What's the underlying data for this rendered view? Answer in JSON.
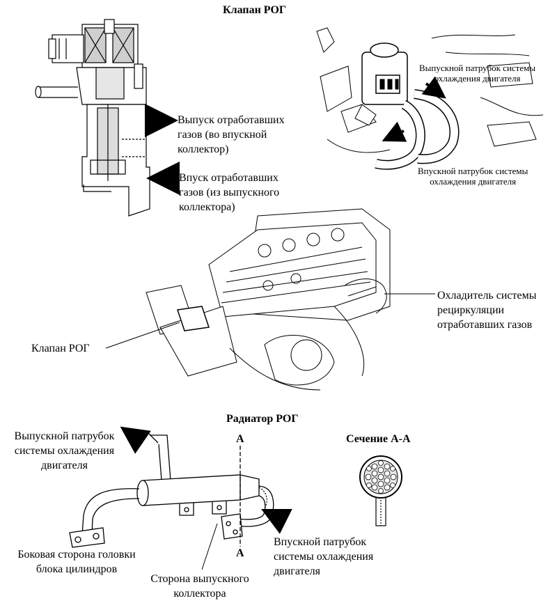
{
  "egr_valve": {
    "title": "Клапан РОГ",
    "outlet_label": [
      "Выпуск отработавших",
      "газов (во впускной",
      "коллектор)"
    ],
    "inlet_label": [
      "Впуск отработавших",
      "газов (из выпускного",
      "коллектора)"
    ]
  },
  "photo_labels": {
    "coolant_outlet": [
      "Выпускной патрубок системы",
      "охлаждения двигателя"
    ],
    "coolant_inlet": [
      "Впускной патрубок системы",
      "охлаждения двигателя"
    ]
  },
  "engine": {
    "cooler_label": [
      "Охладитель системы",
      "рециркуляции",
      "отработавших газов"
    ],
    "valve_label": "Клапан РОГ"
  },
  "radiator": {
    "title": "Радиатор РОГ",
    "coolant_outlet": [
      "Выпускной патрубок",
      "системы охлаждения",
      "двигателя"
    ],
    "head_side": [
      "Боковая сторона головки",
      "блока цилиндров"
    ],
    "exhaust_side": [
      "Сторона выпускного",
      "коллектора"
    ],
    "coolant_inlet": [
      "Впускной патрубок",
      "системы охлаждения",
      "двигателя"
    ],
    "section_marker": "A",
    "section_title": "Сечение А-А"
  }
}
